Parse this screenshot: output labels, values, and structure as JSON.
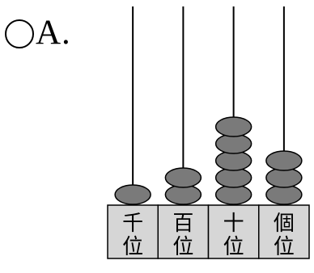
{
  "option": {
    "letter": "A."
  },
  "abacus": {
    "columns": [
      {
        "name": "thousands",
        "beads": 1,
        "label_top": "千",
        "label_bottom": "位"
      },
      {
        "name": "hundreds",
        "beads": 2,
        "label_top": "百",
        "label_bottom": "位"
      },
      {
        "name": "tens",
        "beads": 5,
        "label_top": "十",
        "label_bottom": "位"
      },
      {
        "name": "ones",
        "beads": 3,
        "label_top": "個",
        "label_bottom": "位"
      }
    ],
    "colors": {
      "bead_fill": "#7a7a7a",
      "bead_stroke": "#000000",
      "base_fill": "#d6d6d6",
      "rod": "#000000"
    }
  }
}
